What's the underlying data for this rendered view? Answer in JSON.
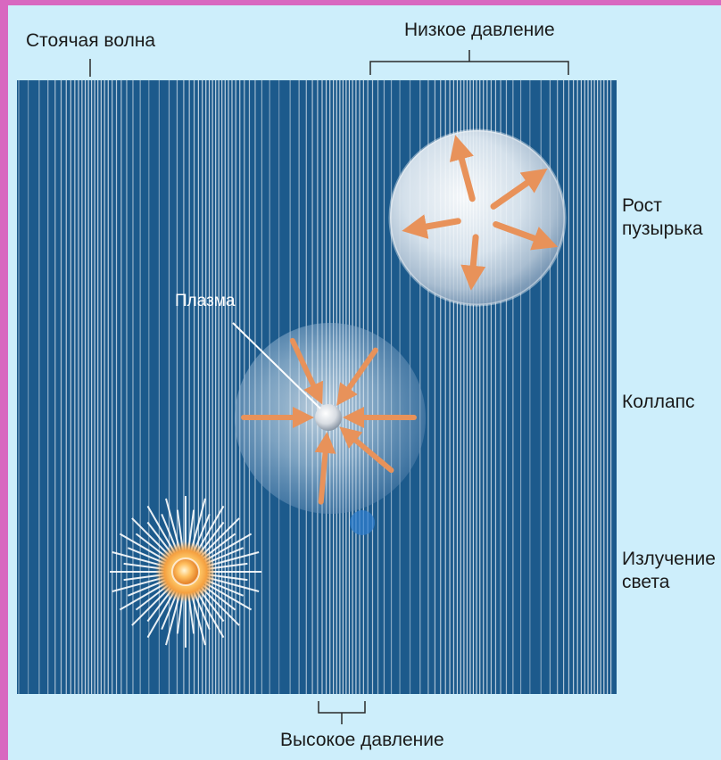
{
  "labels": {
    "standing_wave": "Стоячая волна",
    "low_pressure": "Низкое давление",
    "high_pressure": "Высокое давление",
    "bubble_growth": "Рост пузырька",
    "collapse": "Коллапс",
    "light_emission": "Излучение света",
    "plasma": "Плазма"
  },
  "colors": {
    "page_border": "#d868c0",
    "background": "#cdeefb",
    "liquid": "#1c5a8c",
    "wave_lines": "#ffffff",
    "arrows": "#e8925a",
    "text": "#1a1a1a"
  }
}
